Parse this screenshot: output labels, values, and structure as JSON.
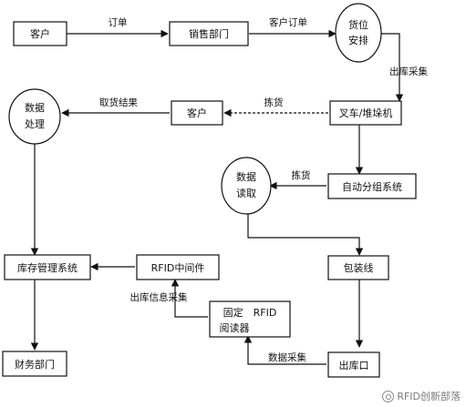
{
  "nodes": {
    "customer_top": "客户",
    "sales_dept": "销售部门",
    "slot_assign": [
      "货位",
      "安排"
    ],
    "customer_mid": "客户",
    "forklift": "叉车/堆垛机",
    "data_process": [
      "数据",
      "处理"
    ],
    "data_read": [
      "数据",
      "读取"
    ],
    "auto_sort": "自动分组系统",
    "inventory_system": "库存管理系统",
    "rfid_middleware": "RFID中间件",
    "packing_line": "包装线",
    "fixed_reader": [
      "固定　RFID",
      "阅读器"
    ],
    "finance_dept": "财务部门",
    "outbound_port": "出库口"
  },
  "edges": {
    "order": "订单",
    "customer_order": "客户订单",
    "outbound_collect": "出库采集",
    "picking_1": "拣货",
    "pick_result": "取货结果",
    "picking_2": "拣货",
    "outbound_info_collect": "出库信息采集",
    "data_collect": "数据采集"
  },
  "watermark": "RFID创新部落",
  "watermark_icon": "wechat-icon"
}
